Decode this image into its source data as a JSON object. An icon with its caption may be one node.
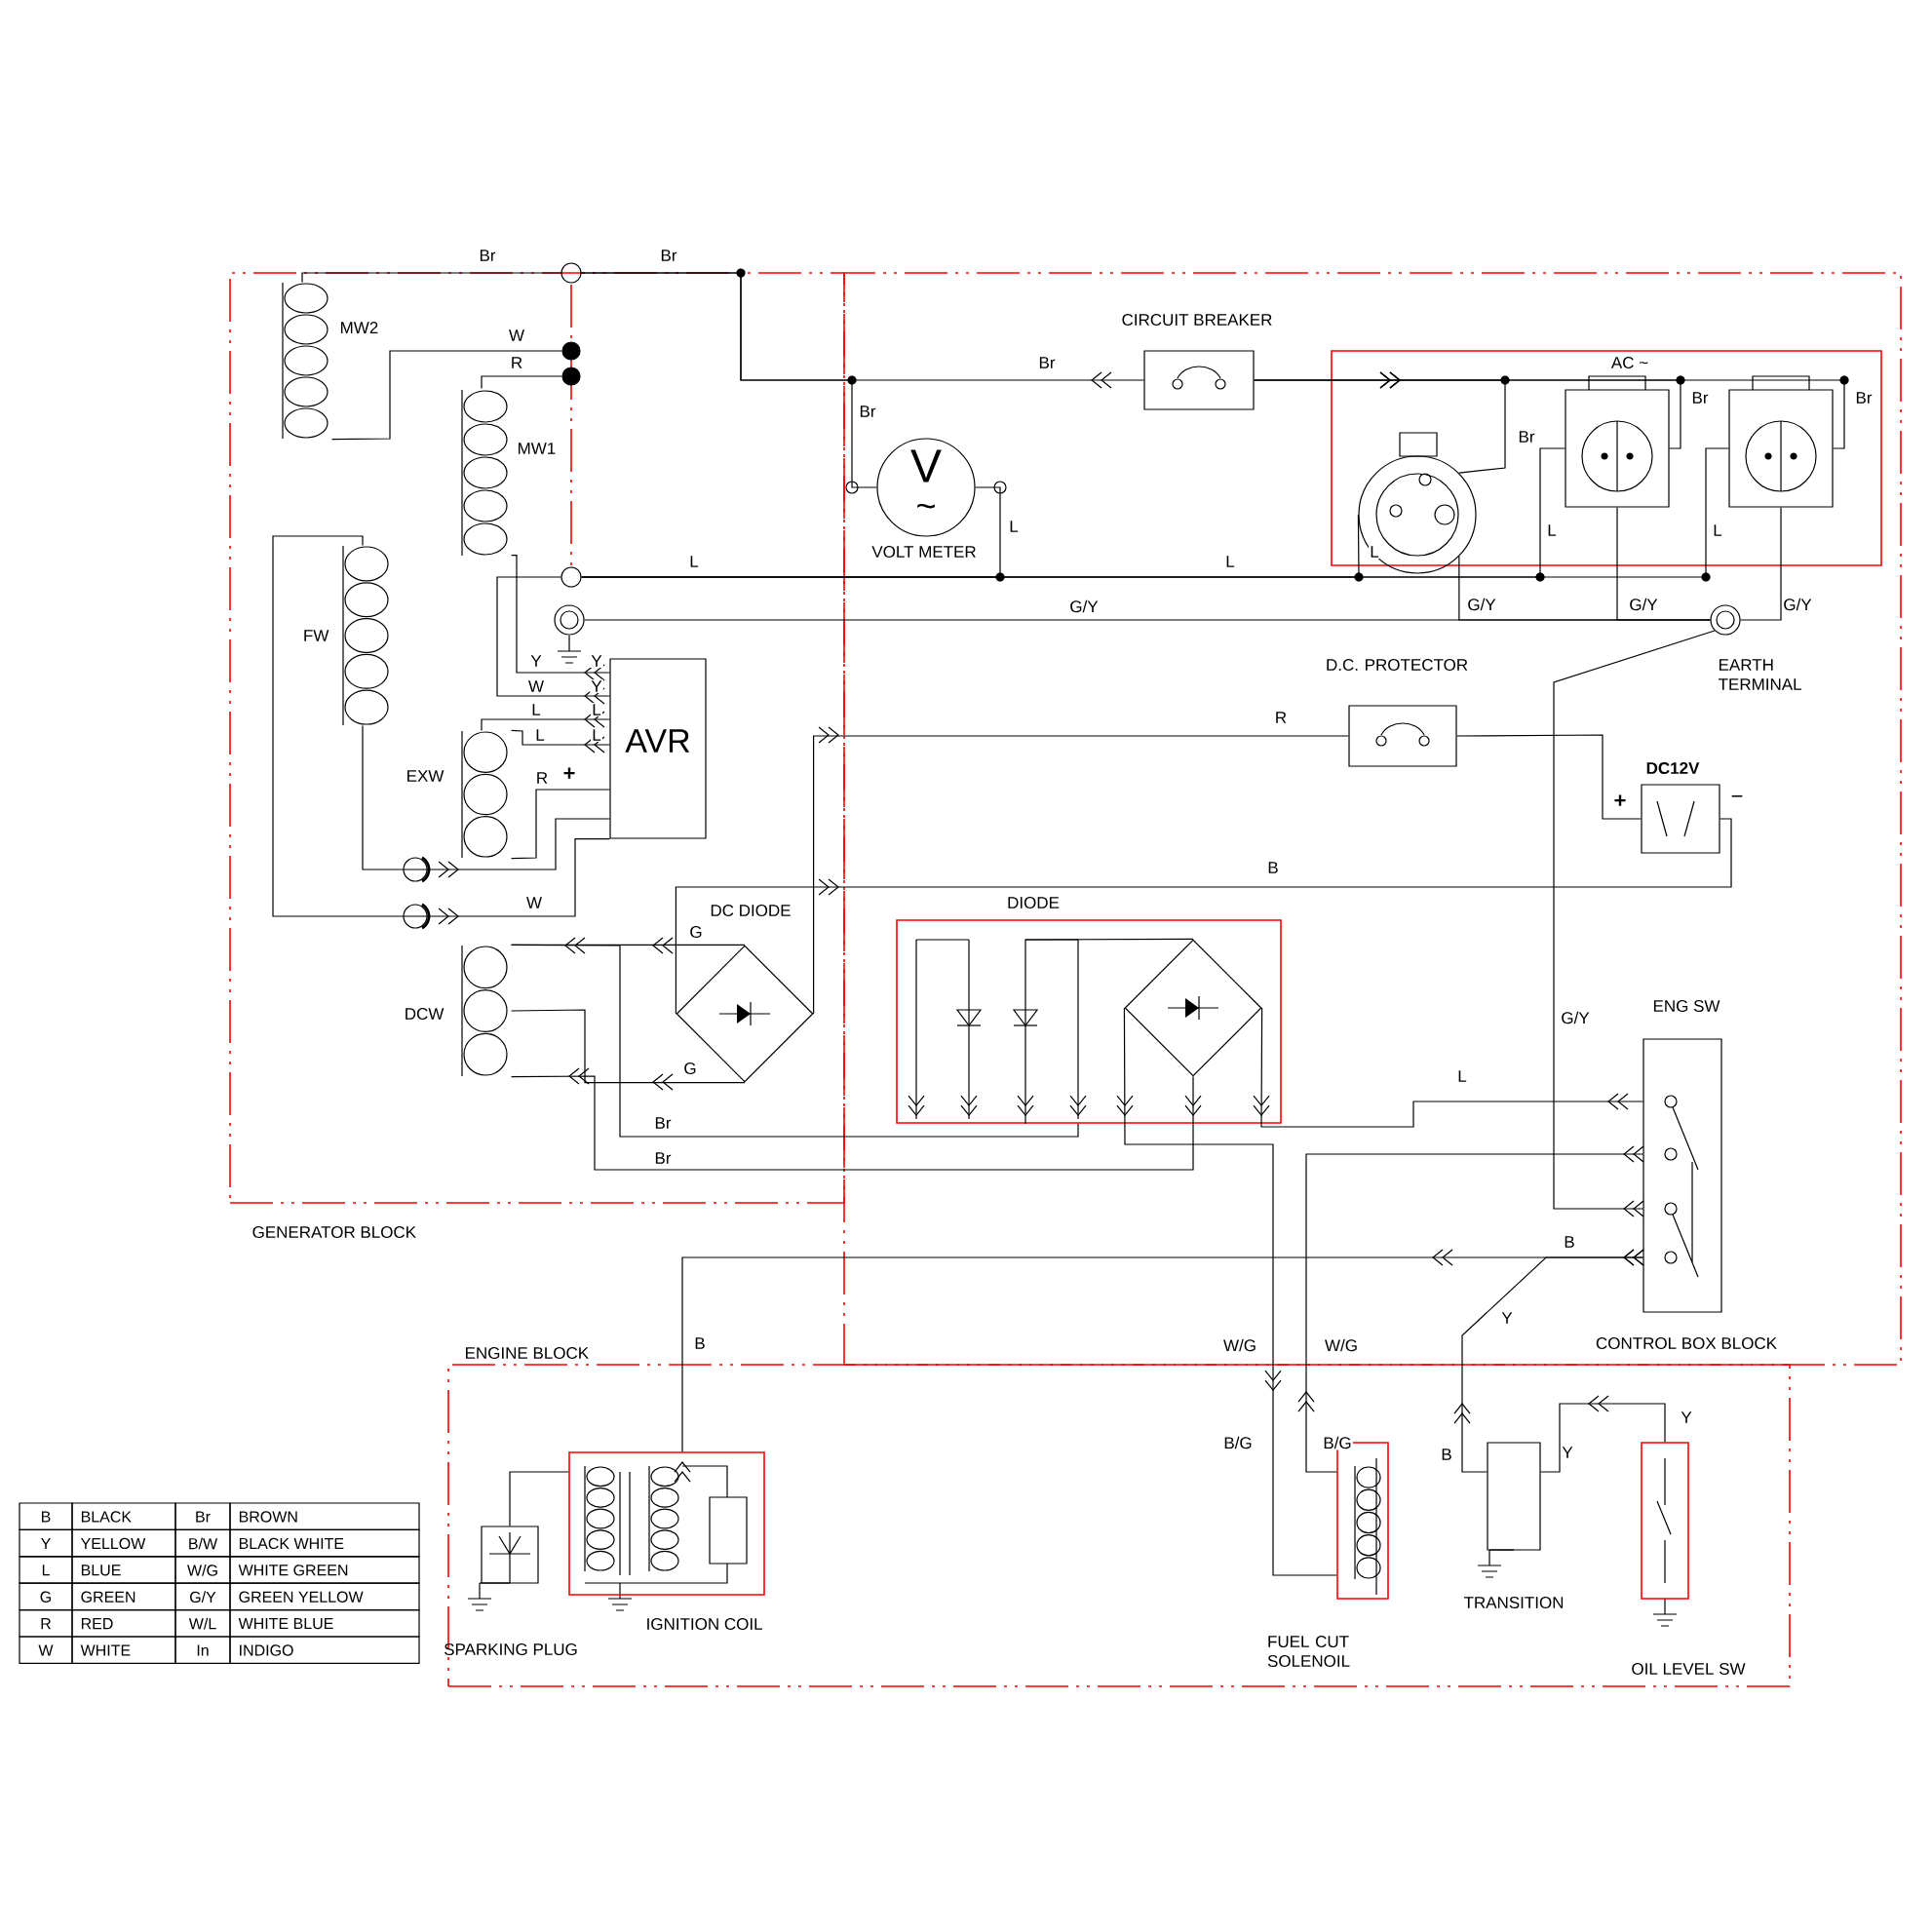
{
  "diagram": {
    "nodes": [
      {
        "text": [
          "GENERATOR BLOCK"
        ]
      },
      {
        "text": [
          "MW2"
        ],
        "in": 0
      },
      {
        "text": [],
        "shape": "circle"
      },
      {
        "text": [],
        "shape": "circle",
        "in": 0
      },
      {
        "text": [],
        "shape": "circle",
        "in": 0
      },
      {
        "text": [
          "MW1"
        ],
        "in": 0
      },
      {
        "text": [],
        "shape": "circle",
        "in": 0
      },
      {
        "text": [],
        "shape": "circle",
        "in": 0
      },
      {
        "text": [
          "FW"
        ],
        "in": 0
      },
      {
        "text": [
          "AVR"
        ],
        "in": 0
      },
      {
        "text": [
          "EXW"
        ],
        "in": 0
      },
      {
        "text": [
          "DCW"
        ],
        "in": 0
      },
      {
        "text": [
          "DC DIODE"
        ],
        "in": 0
      },
      {
        "text": [
          "CONTROL BOX BLOCK"
        ]
      },
      {
        "text": [
          "V",
          "~",
          "VOLT METER"
        ],
        "in": 13
      },
      {
        "text": [
          "CIRCUIT BREAKER"
        ],
        "in": 13
      },
      {
        "text": [
          "AC ~"
        ],
        "in": 13
      },
      {
        "text": [],
        "shape": "circle",
        "in": 16
      },
      {
        "text": [],
        "shape": "box",
        "in": 16
      },
      {
        "text": [],
        "shape": "box",
        "in": 16
      },
      {
        "text": [
          "EARTH TERMINAL"
        ],
        "in": 13
      },
      {
        "text": [
          "D.C. PROTECTOR"
        ],
        "in": 13
      },
      {
        "text": [
          "DC12V"
        ],
        "beside": [
          "+",
          "−"
        ],
        "in": 13
      },
      {
        "text": [
          "DIODE"
        ],
        "in": 13
      },
      {
        "text": [],
        "shape": "diamond",
        "in": 23
      },
      {
        "text": [
          "ENG SW"
        ],
        "in": 13
      },
      {
        "text": [
          "ENGINE BLOCK"
        ]
      },
      {
        "text": [
          "SPARKING PLUG"
        ],
        "in": 26
      },
      {
        "text": [
          "IGNITION COIL"
        ],
        "in": 26
      },
      {
        "text": [
          "FUEL CUT SOLENOIL"
        ],
        "in": 26
      },
      {
        "text": [
          "TRANSITION"
        ],
        "in": 26
      },
      {
        "text": [
          "OIL LEVEL SW"
        ],
        "in": 26
      }
    ],
    "edges": [
      {
        "from": 2,
        "to": 1,
        "arrow": "none",
        "label": "Br"
      },
      {
        "from": 2,
        "to": 14,
        "arrow": "none",
        "label": "Br"
      },
      {
        "from": 15,
        "to": 2,
        "arrow": "to",
        "label": "Br"
      },
      {
        "from": 15,
        "to": 17,
        "arrow": "to",
        "label": "Br"
      },
      {
        "from": 15,
        "to": 18,
        "arrow": "to",
        "label": "Br"
      },
      {
        "from": 15,
        "to": 19,
        "arrow": "to",
        "label": "Br"
      },
      {
        "from": 1,
        "to": 3,
        "arrow": "none",
        "label": "W"
      },
      {
        "from": 5,
        "to": 4,
        "arrow": "none",
        "label": "R"
      },
      {
        "from": 6,
        "to": 14,
        "arrow": "none",
        "label": "L"
      },
      {
        "from": 6,
        "to": 17,
        "arrow": "none",
        "label": "L"
      },
      {
        "from": 6,
        "to": 18,
        "arrow": "none",
        "label": "L"
      },
      {
        "from": 6,
        "to": 19,
        "arrow": "none",
        "label": "L"
      },
      {
        "from": 7,
        "to": 20,
        "arrow": "none",
        "label": "G/Y"
      },
      {
        "from": 17,
        "to": 20,
        "arrow": "none",
        "label": "G/Y"
      },
      {
        "from": 18,
        "to": 20,
        "arrow": "none",
        "label": "G/Y"
      },
      {
        "from": 19,
        "to": 20,
        "arrow": "none",
        "label": "G/Y"
      },
      {
        "from": 25,
        "to": 20,
        "arrow": "other",
        "label": "G/Y"
      },
      {
        "from": 9,
        "to": 5,
        "arrow": "other",
        "label": "Y"
      },
      {
        "from": 9,
        "to": 6,
        "arrow": "other",
        "label": "W"
      },
      {
        "from": 9,
        "to": 10,
        "arrow": "other",
        "label": "L"
      },
      {
        "from": 9,
        "to": 10,
        "arrow": "other",
        "label": "L"
      },
      {
        "from": 10,
        "to": 9,
        "arrow": "none",
        "label": "R"
      },
      {
        "from": 8,
        "to": 9,
        "arrow": "to"
      },
      {
        "from": 8,
        "to": 9,
        "arrow": "to",
        "label": "W"
      },
      {
        "from": 12,
        "to": 21,
        "arrow": "to",
        "label": "R"
      },
      {
        "from": 21,
        "to": 22,
        "arrow": "none"
      },
      {
        "from": 12,
        "to": 22,
        "arrow": "to",
        "label": "B"
      },
      {
        "from": 12,
        "to": 11,
        "arrow": "to",
        "label": "G"
      },
      {
        "from": 12,
        "to": 11,
        "arrow": "to",
        "label": "G"
      },
      {
        "from": 23,
        "to": 11,
        "arrow": "to",
        "label": "Br"
      },
      {
        "from": 24,
        "to": 11,
        "arrow": "to",
        "label": "Br"
      },
      {
        "from": 25,
        "to": 24,
        "arrow": "to",
        "label": "L"
      },
      {
        "from": 24,
        "to": 29,
        "arrow": "to",
        "label": "W/G"
      },
      {
        "from": 25,
        "to": 29,
        "arrow": "other",
        "label": "W/G"
      },
      {
        "from": 25,
        "to": 28,
        "arrow": "other",
        "label": "B"
      },
      {
        "from": 25,
        "to": 30,
        "arrow": "other",
        "label": "Y"
      },
      {
        "from": 31,
        "to": 30,
        "arrow": "to",
        "label": "Y"
      },
      {
        "from": 28,
        "to": 27,
        "arrow": "none"
      },
      {
        "from": 24,
        "to": 23,
        "arrow": "to"
      }
    ],
    "labels": [
      "Br",
      "L",
      "L",
      "Y",
      "Y",
      "L",
      "L",
      "+",
      "B",
      "B/G",
      "B/G",
      "B",
      "Y",
      "B",
      "BLACK",
      "Br",
      "BROWN",
      "Y",
      "YELLOW",
      "B/W",
      "BLACK WHITE",
      "L",
      "BLUE",
      "W/G",
      "WHITE GREEN",
      "G",
      "GREEN",
      "G/Y",
      "GREEN YELLOW",
      "R",
      "RED",
      "W/L",
      "WHITE BLUE",
      "W",
      "WHITE",
      "In",
      "INDIGO"
    ]
  }
}
